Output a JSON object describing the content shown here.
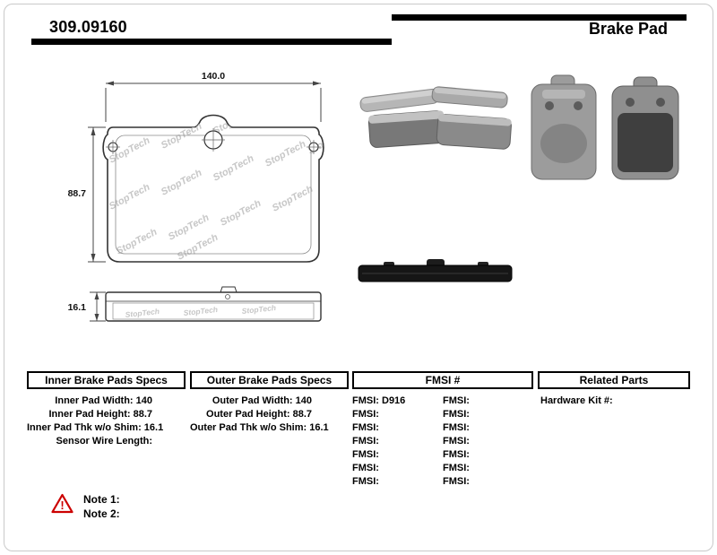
{
  "header": {
    "part_number": "309.09160",
    "title": "Brake Pad"
  },
  "drawing": {
    "width_label": "140.0",
    "height_label": "88.7",
    "thickness_label": "16.1",
    "watermark": "StopTech"
  },
  "table": {
    "inner": {
      "header": "Inner Brake Pads Specs",
      "rows": [
        "Inner Pad Width: 140",
        "Inner Pad Height: 88.7",
        "Inner Pad Thk w/o Shim: 16.1",
        "Sensor Wire Length:"
      ]
    },
    "outer": {
      "header": "Outer Brake Pads Specs",
      "rows": [
        "Outer Pad Width: 140",
        "Outer Pad Height: 88.7",
        "Outer Pad Thk w/o Shim: 16.1"
      ]
    },
    "fmsi": {
      "header": "FMSI #",
      "left": [
        "FMSI: D916",
        "FMSI:",
        "FMSI:",
        "FMSI:",
        "FMSI:",
        "FMSI:",
        "FMSI:"
      ],
      "right": [
        "FMSI:",
        "FMSI:",
        "FMSI:",
        "FMSI:",
        "FMSI:",
        "FMSI:",
        "FMSI:"
      ]
    },
    "related": {
      "header": "Related Parts",
      "rows": [
        "Hardware Kit #:"
      ]
    }
  },
  "notes": {
    "note1": "Note 1:",
    "note2": "Note 2:",
    "warning_mark": "!"
  },
  "colors": {
    "warning_red": "#cc0000",
    "rule_black": "#000000",
    "watermark_gray": "#c7c7c7"
  }
}
